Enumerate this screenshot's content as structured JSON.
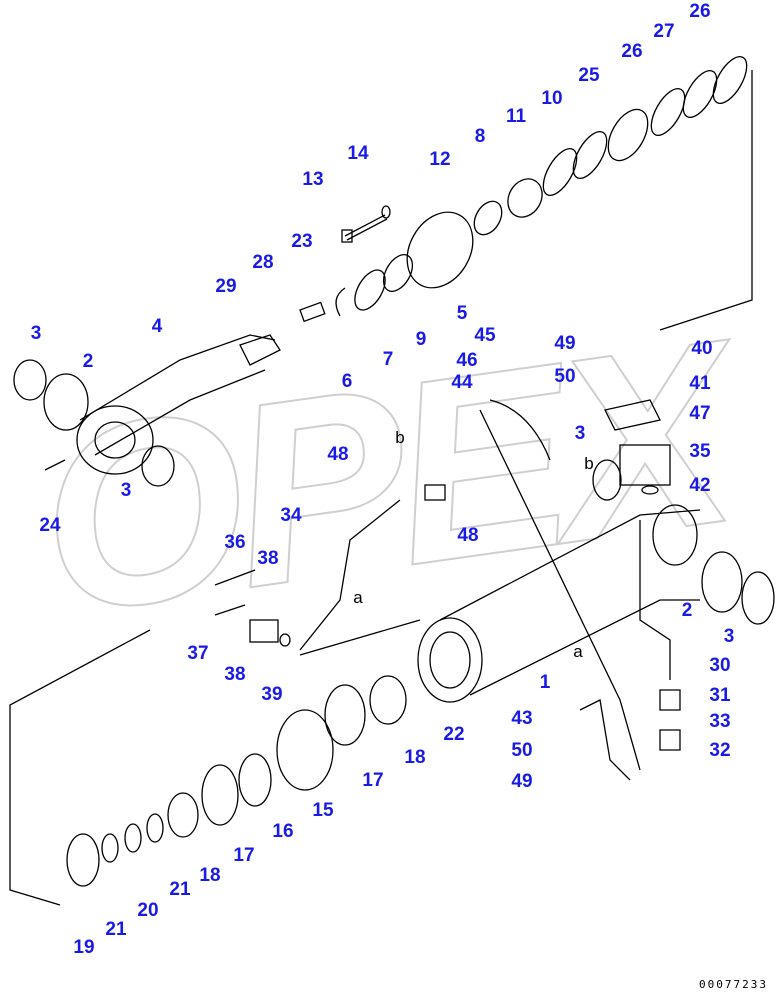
{
  "watermark": "OPEX",
  "drawing_code": "00077233",
  "label_color": "#1a1ae6",
  "labels": [
    {
      "text": "26"
    },
    {
      "text": "27"
    },
    {
      "text": "26"
    },
    {
      "text": "25"
    },
    {
      "text": "10"
    },
    {
      "text": "11"
    },
    {
      "text": "8"
    },
    {
      "text": "12"
    },
    {
      "text": "14"
    },
    {
      "text": "13"
    },
    {
      "text": "23"
    },
    {
      "text": "28"
    },
    {
      "text": "29"
    },
    {
      "text": "4"
    },
    {
      "text": "3"
    },
    {
      "text": "2"
    },
    {
      "text": "5"
    },
    {
      "text": "9"
    },
    {
      "text": "7"
    },
    {
      "text": "6"
    },
    {
      "text": "45"
    },
    {
      "text": "49"
    },
    {
      "text": "40"
    },
    {
      "text": "46"
    },
    {
      "text": "50"
    },
    {
      "text": "41"
    },
    {
      "text": "44"
    },
    {
      "text": "47"
    },
    {
      "text": "35"
    },
    {
      "text": "3"
    },
    {
      "text": "42"
    },
    {
      "text": "48"
    },
    {
      "text": "3"
    },
    {
      "text": "24"
    },
    {
      "text": "34"
    },
    {
      "text": "48"
    },
    {
      "text": "36"
    },
    {
      "text": "38"
    },
    {
      "text": "2"
    },
    {
      "text": "3"
    },
    {
      "text": "37"
    },
    {
      "text": "38"
    },
    {
      "text": "39"
    },
    {
      "text": "30"
    },
    {
      "text": "31"
    },
    {
      "text": "1"
    },
    {
      "text": "33"
    },
    {
      "text": "22"
    },
    {
      "text": "43"
    },
    {
      "text": "32"
    },
    {
      "text": "50"
    },
    {
      "text": "18"
    },
    {
      "text": "49"
    },
    {
      "text": "17"
    },
    {
      "text": "15"
    },
    {
      "text": "16"
    },
    {
      "text": "17"
    },
    {
      "text": "18"
    },
    {
      "text": "21"
    },
    {
      "text": "20"
    },
    {
      "text": "21"
    },
    {
      "text": "19"
    }
  ],
  "reference_letters": [
    {
      "text": "a"
    },
    {
      "text": "b"
    },
    {
      "text": "b"
    },
    {
      "text": "a"
    }
  ]
}
